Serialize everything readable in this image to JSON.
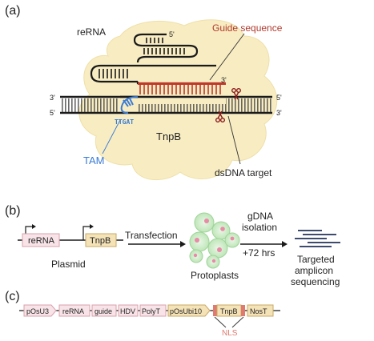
{
  "panel_a": {
    "label": "(a)",
    "rerna_label": "reRNA",
    "guide_label": "Guide sequence",
    "five_prime_top": "5'",
    "three_prime_right": "3'",
    "strand_top_left": "3'",
    "strand_top_right": "5'",
    "strand_bottom_left": "5'",
    "strand_bottom_right": "3'",
    "tam_seq": "TTGAT",
    "tnpb_label": "TnpB",
    "tam_label": "TAM",
    "target_label": "dsDNA target",
    "colors": {
      "blob": "#f8ecc2",
      "guide": "#c0392b",
      "tam": "#3a7bd5",
      "scissors": "#8b1a1a"
    }
  },
  "panel_b": {
    "label": "(b)",
    "gene1": "reRNA",
    "gene2": "TnpB",
    "plasmid_label": "Plasmid",
    "transfection_label": "Transfection",
    "protoplasts_label": "Protoplasts",
    "gdna_line1": "gDNA",
    "gdna_line2": "isolation",
    "gdna_line3": "+72 hrs",
    "seq_line1": "Targeted",
    "seq_line2": "amplicon",
    "seq_line3": "sequencing"
  },
  "panel_c": {
    "label": "(c)",
    "elements": [
      "pOsU3",
      "reRNA",
      "guide",
      "HDV",
      "PolyT",
      "pOsUbi10",
      "TnpB",
      "NosT"
    ],
    "nls_label": "NLS"
  }
}
